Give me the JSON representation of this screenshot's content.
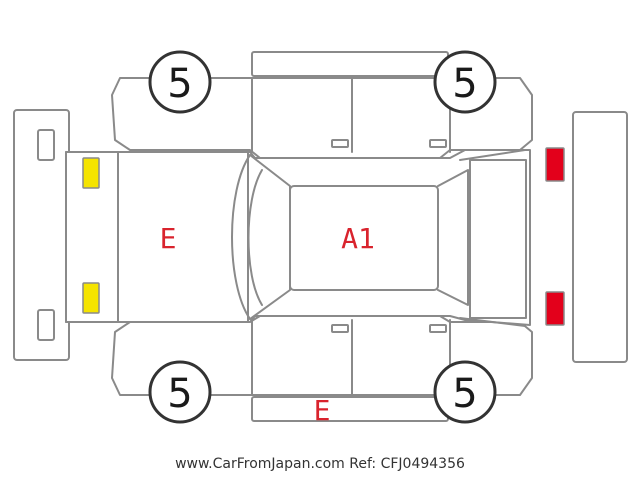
{
  "diagram": {
    "tire_condition": {
      "front_left": "5",
      "rear_left": "5",
      "front_right": "5",
      "rear_right": "5"
    },
    "damage_marks": {
      "hood": "E",
      "roof": "A1",
      "lower_side": "E"
    },
    "colors": {
      "outline": "#8a8a8a",
      "damage_text": "#d9232d",
      "headlight": "#f5e400",
      "taillight": "#e3001b"
    }
  },
  "footer": {
    "watermark": "www.CarFromJapan.com Ref: CFJ0494356"
  }
}
